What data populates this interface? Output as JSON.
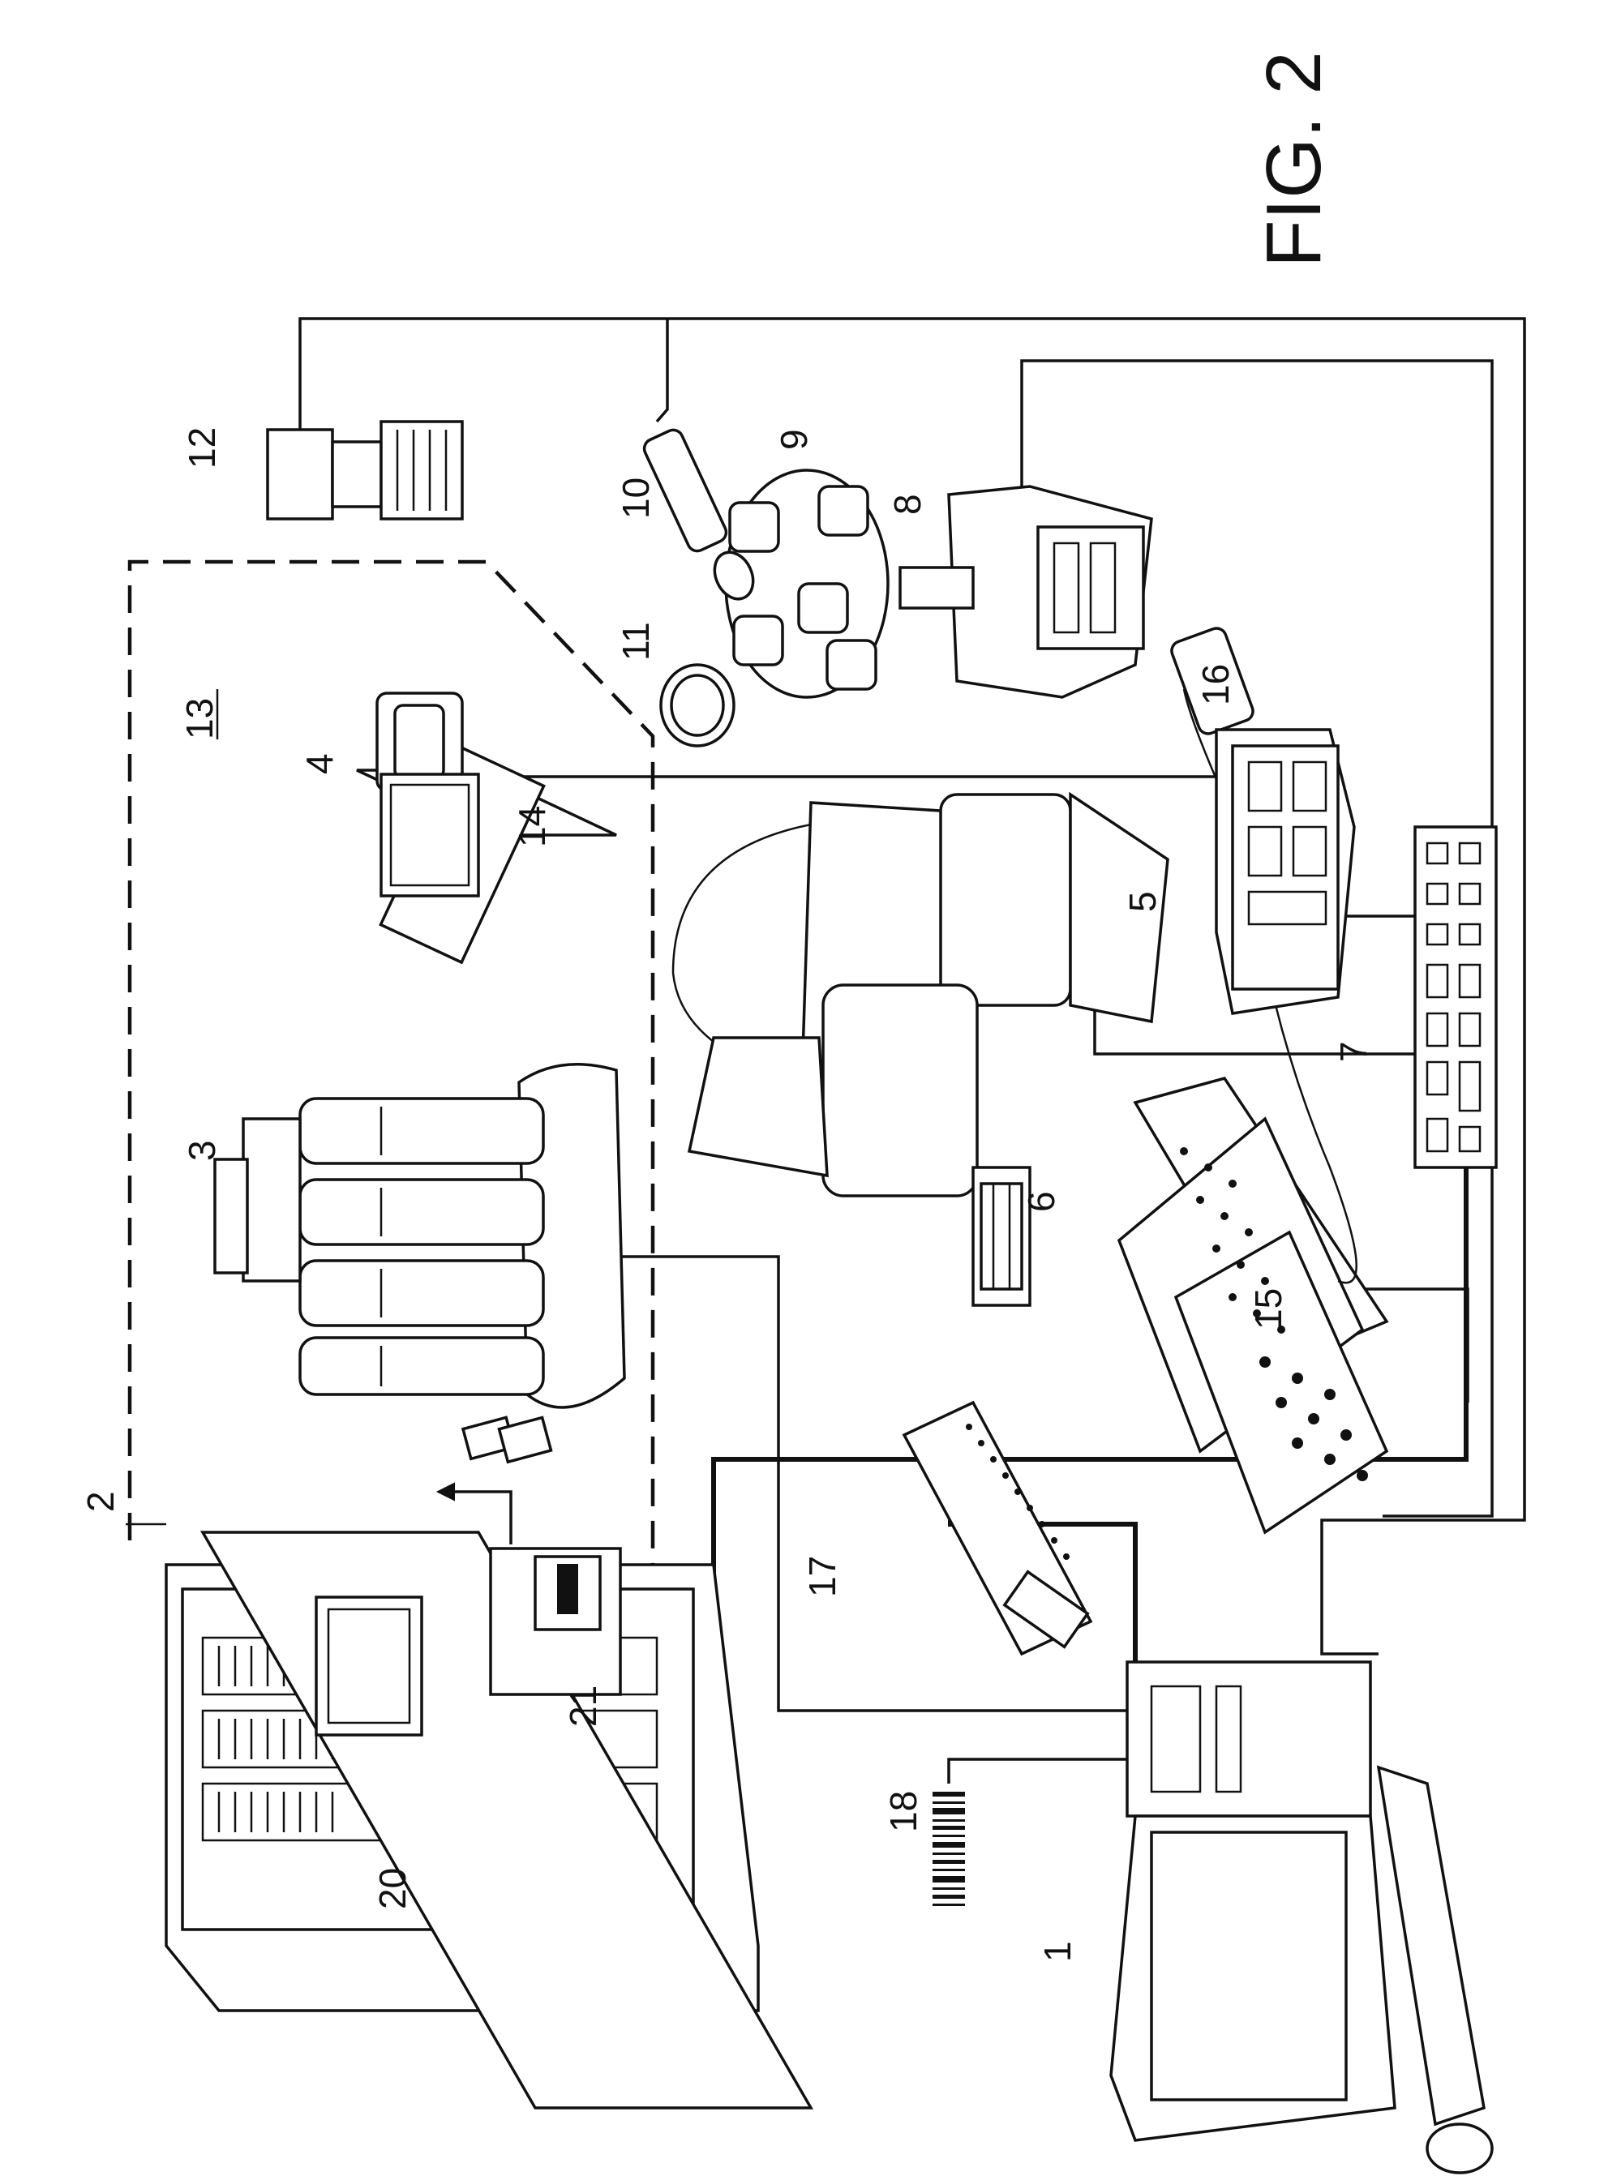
{
  "figure": {
    "title": "FIG. 2"
  },
  "labels": {
    "computer": "1",
    "storage_cabinet": "2",
    "carousel": "3",
    "scanner_arm": "4",
    "robot_arm": "5",
    "gripper_tool": "6",
    "controller_panel": "7",
    "tool_changer": "8",
    "tool_rack": "9",
    "light_source": "10",
    "ring": "11",
    "camera": "12",
    "enclosure_region": "13",
    "display": "14",
    "well_plates": "15",
    "power_unit": "16",
    "network_switch": "17",
    "barcode": "18",
    "cabinet_shelves": "20",
    "transfer_station": "21"
  },
  "colors": {
    "line": "#111111",
    "background": "#ffffff"
  }
}
